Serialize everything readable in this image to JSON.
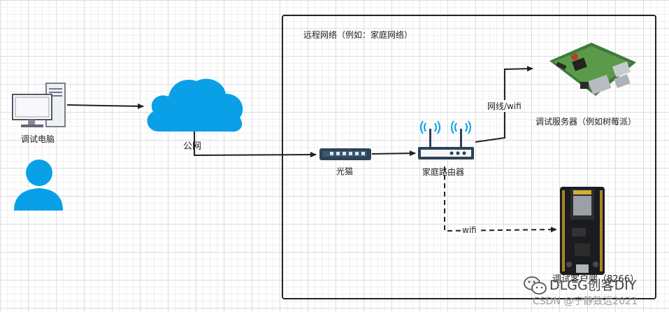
{
  "diagram": {
    "remote_network_label": "远程网络（例如：家庭网络）",
    "debug_pc_label": "调试电脑",
    "internet_label": "公网",
    "modem_label": "光猫",
    "router_label": "家庭路由器",
    "cable_wifi_label": "网线/wifi",
    "server_label": "调试服务器（例如树莓派）",
    "wifi_label": "wifi",
    "esp8266_label": "调试客户端（8266）"
  },
  "watermark": {
    "line1": "DLGG创客DIY",
    "line2": "CSDN @宁静致远2021"
  },
  "colors": {
    "cloud": "#0aa0e8",
    "person": "#0aa0e8",
    "line": "#222222",
    "modem": "#2e4356",
    "router": "#2e4356"
  }
}
